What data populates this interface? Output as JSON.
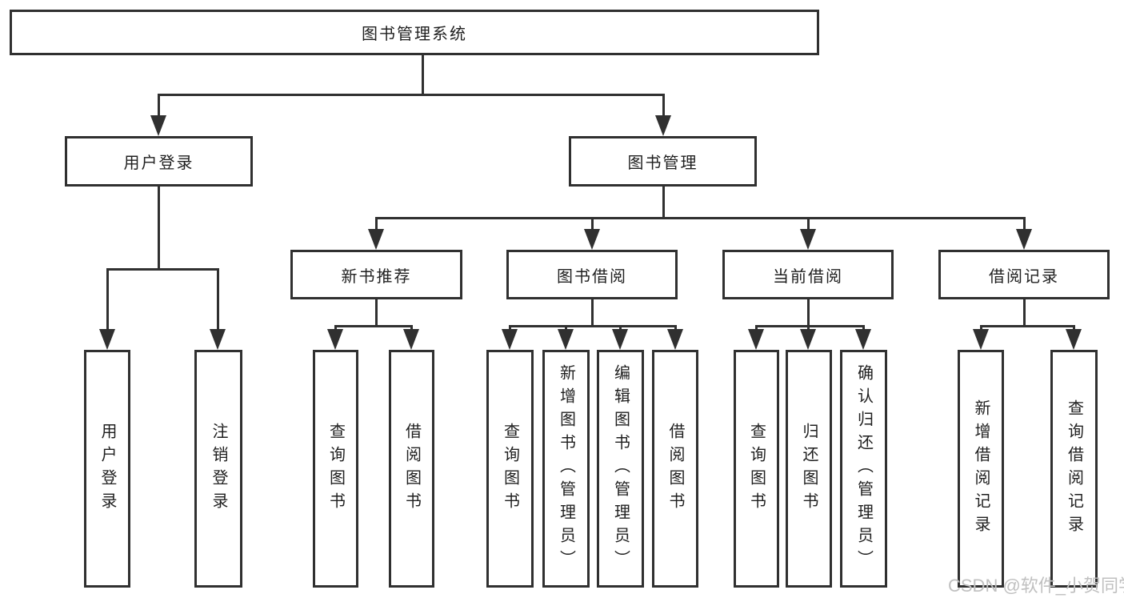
{
  "diagram": {
    "root": {
      "label": "图书管理系统"
    },
    "branches": [
      {
        "label": "用户登录",
        "children": [
          {
            "label": "用户登录"
          },
          {
            "label": "注销登录"
          }
        ]
      },
      {
        "label": "图书管理",
        "children": [
          {
            "label": "新书推荐",
            "children": [
              {
                "label": "查询图书"
              },
              {
                "label": "借阅图书"
              }
            ]
          },
          {
            "label": "图书借阅",
            "children": [
              {
                "label": "查询图书"
              },
              {
                "label": "新增图书（管理员）"
              },
              {
                "label": "编辑图书（管理员）"
              },
              {
                "label": "借阅图书"
              }
            ]
          },
          {
            "label": "当前借阅",
            "children": [
              {
                "label": "查询图书"
              },
              {
                "label": "归还图书"
              },
              {
                "label": "确认归还（管理员）"
              }
            ]
          },
          {
            "label": "借阅记录",
            "children": [
              {
                "label": "新增借阅记录"
              },
              {
                "label": "查询借阅记录"
              }
            ]
          }
        ]
      }
    ]
  },
  "watermark": {
    "text": "CSDN @软件_小贺同学"
  },
  "colors": {
    "background": "#ffffff",
    "line": "#303030",
    "box_border": "#303030",
    "box_fill": "#ffffff",
    "text": "#1f1f1f",
    "watermark": "#c0c0c0"
  }
}
